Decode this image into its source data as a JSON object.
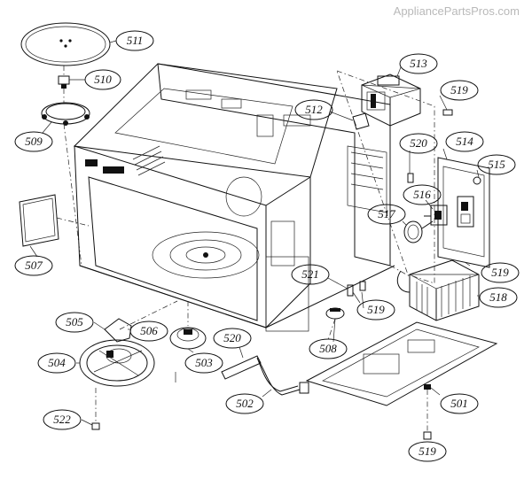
{
  "watermark": "AppliancePartsPros.com",
  "parts": {
    "p511": "511",
    "p510": "510",
    "p509": "509",
    "p507": "507",
    "p505": "505",
    "p506": "506",
    "p504": "504",
    "p522": "522",
    "p503": "503",
    "p520a": "520",
    "p502": "502",
    "p508": "508",
    "p521": "521",
    "p519a": "519",
    "p512": "512",
    "p513": "513",
    "p519b": "519",
    "p520b": "520",
    "p514": "514",
    "p515": "515",
    "p516": "516",
    "p517": "517",
    "p519c": "519",
    "p518": "518",
    "p501": "501",
    "p519d": "519"
  }
}
